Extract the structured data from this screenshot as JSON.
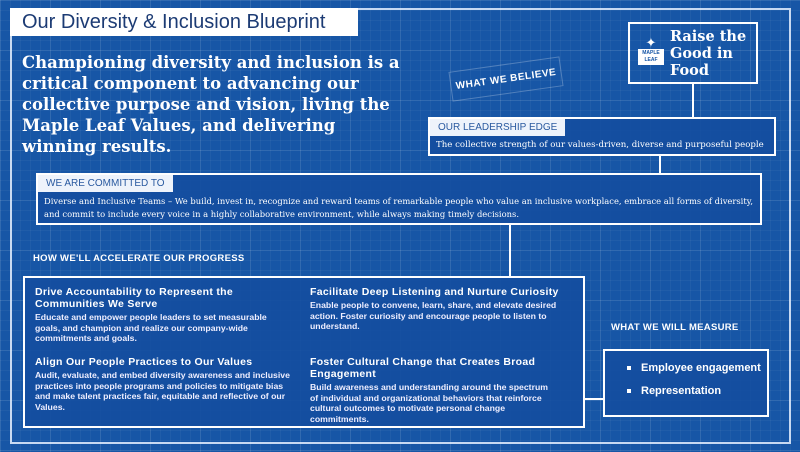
{
  "title": "Our Diversity & Inclusion Blueprint",
  "intro": "Championing diversity and inclusion is a critical component to advancing our collective purpose and vision, living the Maple Leaf Values, and delivering winning results.",
  "what_we_believe": "WHAT WE BELIEVE",
  "logo": {
    "badge_text": "MAPLE LEAF",
    "tagline_line1": "Raise the",
    "tagline_line2": "Good in Food",
    "icon": "maple-leaf-icon"
  },
  "leadership": {
    "label": "OUR LEADERSHIP EDGE",
    "text": "The collective strength of our values-driven, diverse and purposeful people"
  },
  "committed": {
    "label": "WE ARE COMMITTED TO",
    "text": "Diverse and Inclusive Teams – We build, invest in, recognize and reward teams of remarkable people who value an inclusive workplace, embrace all forms of diversity, and commit to include every voice in a highly collaborative environment, while always making timely decisions."
  },
  "accelerate": {
    "label": "HOW WE'LL ACCELERATE OUR PROGRESS",
    "items": [
      {
        "title": "Drive Accountability to Represent the Communities We Serve",
        "text": "Educate and empower people leaders to set measurable goals, and champion and realize our company-wide commitments and goals."
      },
      {
        "title": "Facilitate Deep Listening and Nurture Curiosity",
        "text": "Enable people to convene, learn, share, and elevate desired action. Foster curiosity and encourage people to listen to understand."
      },
      {
        "title": "Align Our People Practices to Our Values",
        "text": "Audit, evaluate, and embed diversity awareness and inclusive practices into people programs and policies to mitigate bias and make talent practices fair, equitable and reflective of our Values."
      },
      {
        "title": "Foster Cultural Change that Creates Broad Engagement",
        "text": "Build awareness and understanding around the spectrum of individual and organizational behaviors that reinforce cultural outcomes to motivate personal change commitments."
      }
    ]
  },
  "measure": {
    "label": "WHAT WE WILL MEASURE",
    "items": [
      "Employee engagement",
      "Representation"
    ]
  },
  "colors": {
    "background": "#1756a6",
    "title_text": "#1c3b74",
    "lines": "#ffffff"
  }
}
